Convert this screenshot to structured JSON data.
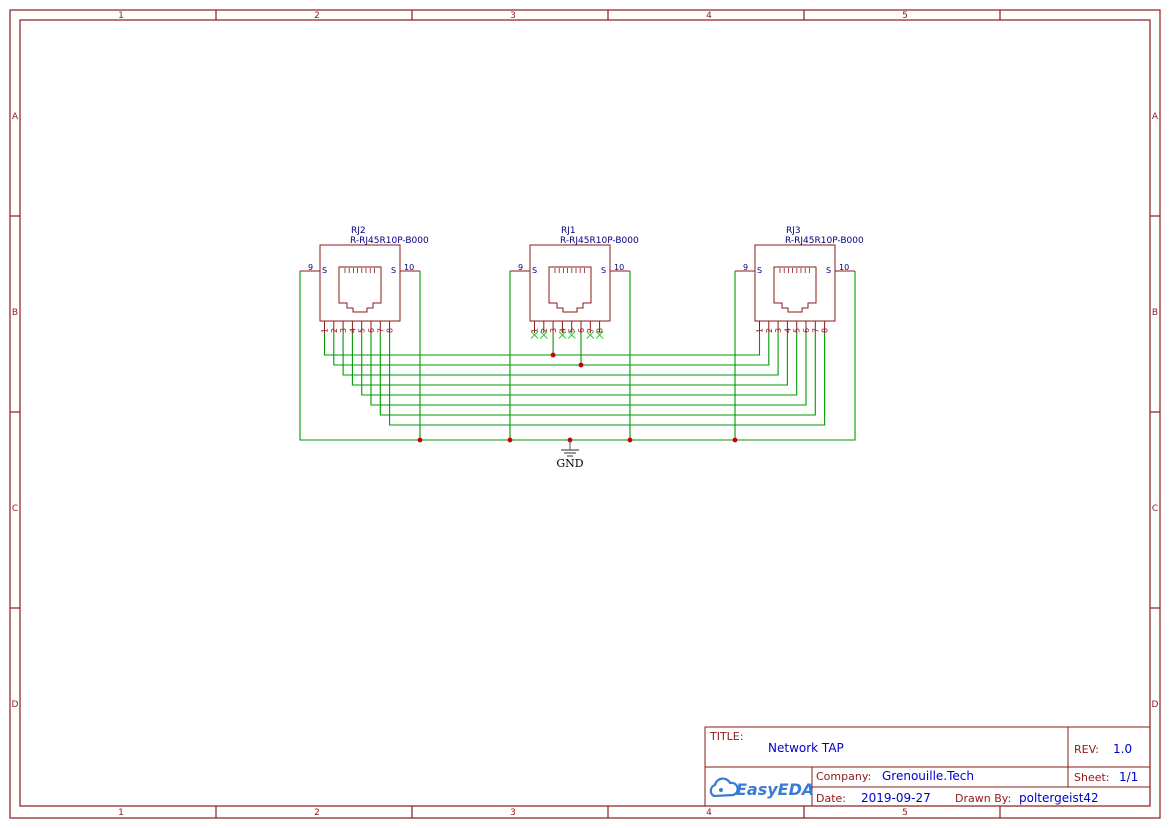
{
  "sheet": {
    "columns": [
      "1",
      "2",
      "3",
      "4",
      "5"
    ],
    "rows": [
      "A",
      "B",
      "C",
      "D"
    ]
  },
  "components": [
    {
      "ref": "RJ2",
      "part": "R-RJ45R10P-B000",
      "pin_left": "9",
      "pin_right": "10",
      "shield_left": "S",
      "shield_right": "S",
      "pins": [
        "1",
        "2",
        "3",
        "4",
        "5",
        "6",
        "7",
        "8"
      ]
    },
    {
      "ref": "RJ1",
      "part": "R-RJ45R10P-B000",
      "pin_left": "9",
      "pin_right": "10",
      "shield_left": "S",
      "shield_right": "S",
      "pins": [
        "1",
        "2",
        "3",
        "4",
        "5",
        "6",
        "7",
        "8"
      ]
    },
    {
      "ref": "RJ3",
      "part": "R-RJ45R10P-B000",
      "pin_left": "9",
      "pin_right": "10",
      "shield_left": "S",
      "shield_right": "S",
      "pins": [
        "1",
        "2",
        "3",
        "4",
        "5",
        "6",
        "7",
        "8"
      ]
    }
  ],
  "net_labels": {
    "gnd": "GND"
  },
  "title_block": {
    "title_label": "TITLE:",
    "title": "Network TAP",
    "rev_label": "REV:",
    "rev": "1.0",
    "company_label": "Company:",
    "company": "Grenouille.Tech",
    "sheet_label": "Sheet:",
    "sheet": "1/1",
    "date_label": "Date:",
    "date": "2019-09-27",
    "drawn_label": "Drawn By:",
    "drawn_by": "poltergeist42",
    "logo": "EasyEDA",
    "logo_icon": "cloud-icon"
  },
  "colors": {
    "frame": "#8b1a1a",
    "wire": "#009900",
    "junction": "#cc0000",
    "text": "#000080",
    "no_connect": "#33cc33"
  }
}
